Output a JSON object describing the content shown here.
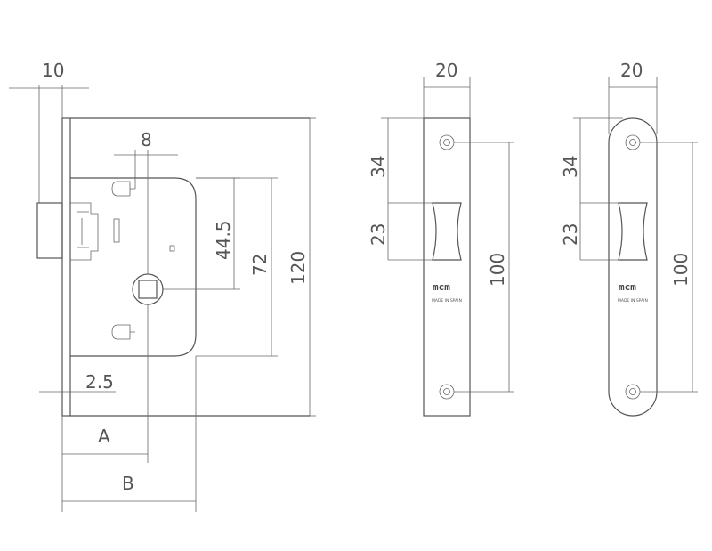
{
  "dimensions": {
    "faceplate_thickness": "10",
    "backset_step": "8",
    "handle_to_latch": "44.5",
    "handle_to_bottom": "72",
    "lock_height": "120",
    "faceplate_offset": "2.5",
    "dim_a": "A",
    "dim_b": "B",
    "strike_width_square": "20",
    "strike_hole_to_latch_square": "34",
    "strike_latch_height_square": "23",
    "strike_hole_spacing_square": "100",
    "strike_width_round": "20",
    "strike_hole_to_latch_round": "34",
    "strike_latch_height_round": "23",
    "strike_hole_spacing_round": "100"
  },
  "strike_square": {
    "brand": "mcm",
    "origin": "MADE IN SPAIN"
  },
  "strike_round": {
    "brand": "mcm",
    "origin": "MADE IN SPAIN"
  }
}
